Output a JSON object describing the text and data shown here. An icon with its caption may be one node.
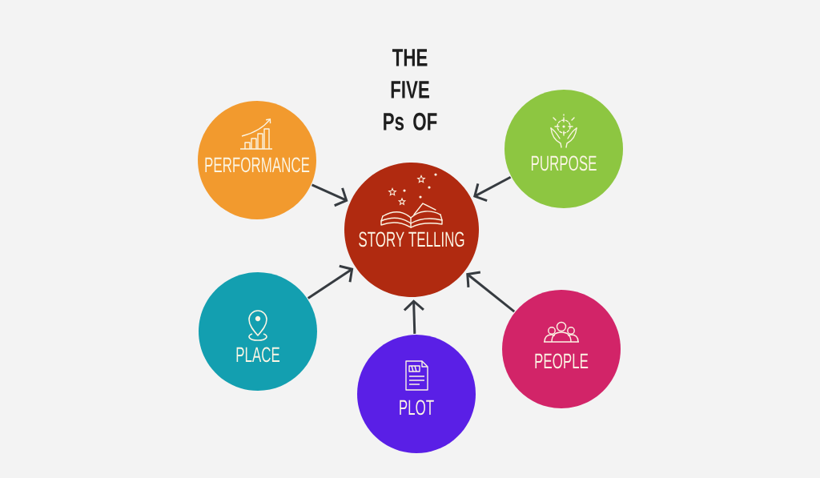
{
  "diagram": {
    "title": "THE FIVE Ps OF",
    "nodes": [
      {
        "text": [
          "PERFORMANCE"
        ]
      },
      {
        "text": [
          "PURPOSE"
        ]
      },
      {
        "text": [
          "STORY TELLING"
        ]
      },
      {
        "text": [
          "PLACE"
        ]
      },
      {
        "text": [
          "PEOPLE"
        ]
      },
      {
        "text": [
          "PLOT"
        ]
      }
    ],
    "edges": [
      {
        "from": 0,
        "to": 2,
        "arrow": "to"
      },
      {
        "from": 1,
        "to": 2,
        "arrow": "to"
      },
      {
        "from": 3,
        "to": 2,
        "arrow": "to"
      },
      {
        "from": 4,
        "to": 2,
        "arrow": "to"
      },
      {
        "from": 5,
        "to": 2,
        "arrow": "to"
      }
    ]
  }
}
